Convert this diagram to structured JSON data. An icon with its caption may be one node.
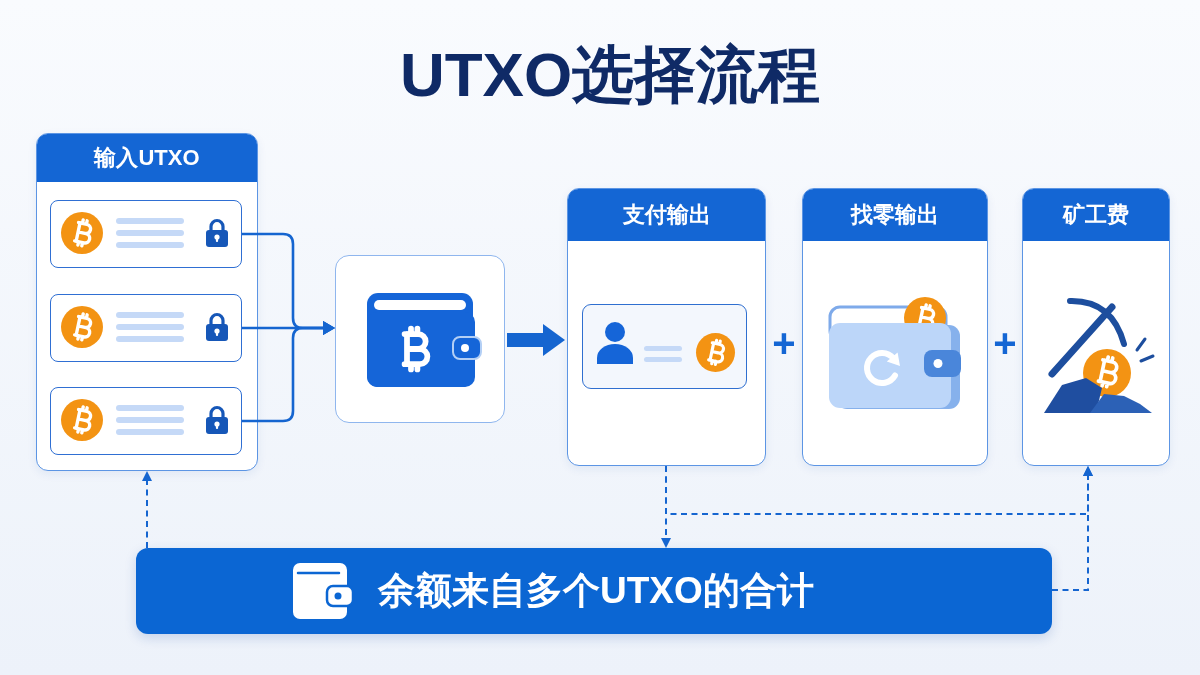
{
  "diagram": {
    "title": "UTXO选择流程",
    "nodes": [
      {
        "text": [
          "输入UTXO"
        ]
      },
      {
        "text": [],
        "shape": "box",
        "in": 0
      },
      {
        "text": [],
        "shape": "box",
        "in": 0
      },
      {
        "text": [],
        "shape": "box",
        "in": 0
      },
      {
        "text": [],
        "shape": "box"
      },
      {
        "text": [
          "支付输出"
        ]
      },
      {
        "text": [],
        "shape": "box",
        "in": 5
      },
      {
        "text": [
          "找零输出"
        ]
      },
      {
        "text": [
          "矿工费"
        ]
      },
      {
        "text": [
          "余额来自多个UTXO的合计"
        ]
      }
    ],
    "edges": [
      {
        "from": 1,
        "to": 4,
        "arrow": "to"
      },
      {
        "from": 2,
        "to": 4,
        "arrow": "to"
      },
      {
        "from": 3,
        "to": 4,
        "arrow": "to"
      },
      {
        "from": 4,
        "to": 5,
        "arrow": "to",
        "style": "thick"
      },
      {
        "from": 9,
        "to": 0,
        "arrow": "to",
        "style": "dashed"
      },
      {
        "from": 5,
        "to": 9,
        "arrow": "to",
        "style": "dashed"
      },
      {
        "from": 5,
        "to": 8,
        "arrow": "to",
        "style": "dashed"
      },
      {
        "from": 9,
        "to": 8,
        "arrow": "to",
        "style": "dashed"
      }
    ],
    "labels": [
      "+",
      "+"
    ]
  }
}
